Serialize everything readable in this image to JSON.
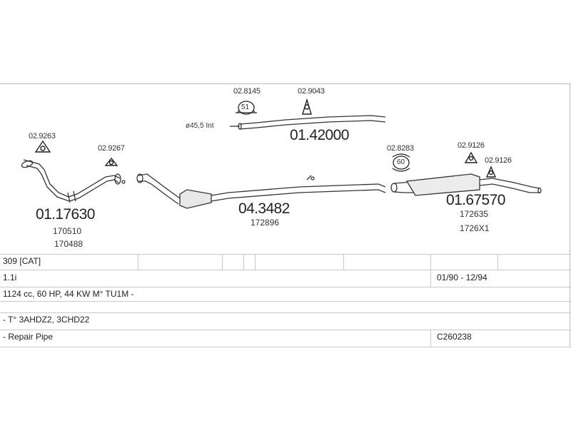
{
  "parts": {
    "clamp_1": "02.9263",
    "clamp_2": "02.9267",
    "clamp_3": "02.8145",
    "clamp_4": "02.9043",
    "clamp_5": "02.8283",
    "clamp_6": "02.9126",
    "clamp_7": "02.9126",
    "front_pipe": "01.17630",
    "front_ref_1": "170510",
    "front_ref_2": "170488",
    "catalyst": "04.3482",
    "catalyst_ref": "172896",
    "middle_pipe": "01.42000",
    "diameter_label": "ø45,5 Int",
    "rear_muffler": "01.67570",
    "rear_ref_1": "172635",
    "rear_ref_2": "1726X1",
    "badge_51": "51",
    "badge_60": "60"
  },
  "table": {
    "model": "309  [CAT]",
    "engine": "1.1i",
    "years": "01/90 - 12/94",
    "specs": "1124 cc, 60 HP, 44 KW M° TU1M -",
    "blank_row": "",
    "types": "- T° 3AHDZ2, 3CHD22",
    "kit_type": "- Repair Pipe",
    "kit_code": "C260238"
  }
}
